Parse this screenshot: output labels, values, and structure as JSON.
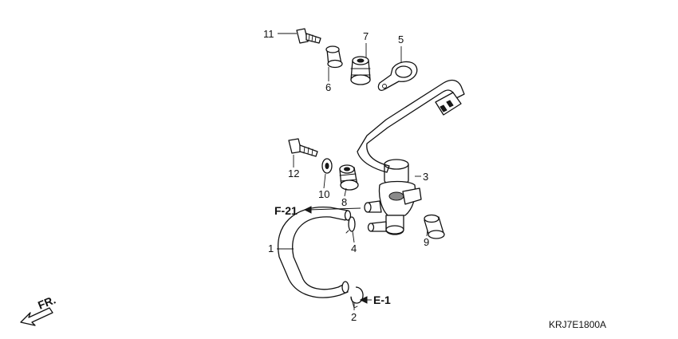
{
  "callouts": {
    "c1": "1",
    "c2": "2",
    "c3": "3",
    "c4": "4",
    "c5": "5",
    "c6": "6",
    "c7": "7",
    "c8": "8",
    "c9": "9",
    "c10": "10",
    "c11": "11",
    "c12": "12"
  },
  "references": {
    "f21": "F-21",
    "e1": "E-1"
  },
  "direction": {
    "front": "FR."
  },
  "diagram_code": "KRJ7E1800A"
}
